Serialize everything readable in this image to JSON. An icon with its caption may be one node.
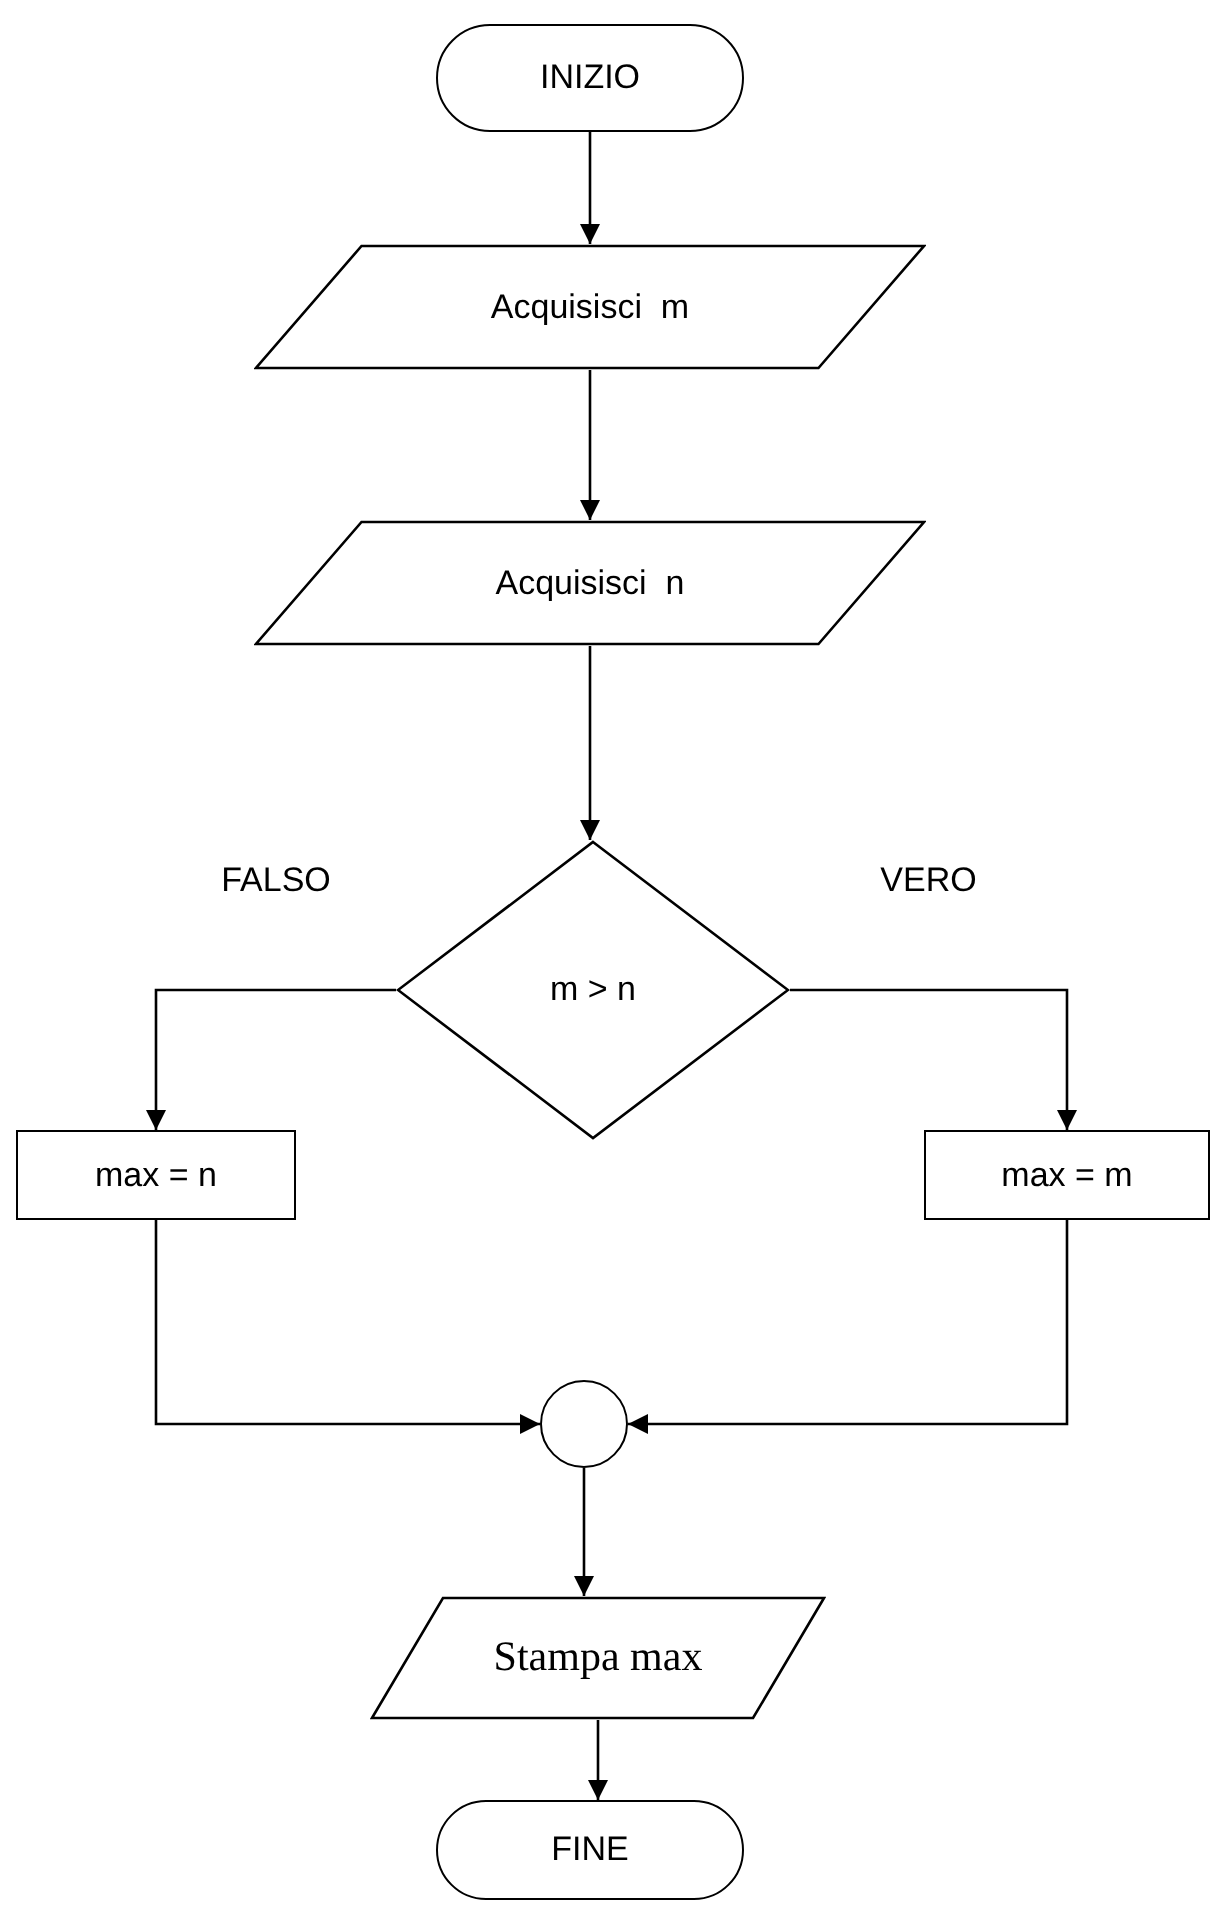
{
  "diagram": {
    "nodes": [
      {
        "text": [
          "INIZIO"
        ]
      },
      {
        "text": [
          "Acquisisci  m"
        ]
      },
      {
        "text": [
          "Acquisisci  n"
        ]
      },
      {
        "text": [
          "m > n"
        ]
      },
      {
        "text": [
          "max = n"
        ]
      },
      {
        "text": [
          "max = m"
        ]
      },
      {
        "text": [],
        "shape": "circle"
      },
      {
        "text": [
          "Stampa max"
        ]
      },
      {
        "text": [
          "FINE"
        ]
      }
    ],
    "edges": [
      {
        "from": 0,
        "to": 1,
        "arrow": "to"
      },
      {
        "from": 1,
        "to": 2,
        "arrow": "to"
      },
      {
        "from": 2,
        "to": 3,
        "arrow": "to"
      },
      {
        "from": 3,
        "to": 4,
        "arrow": "to",
        "label": "FALSO"
      },
      {
        "from": 3,
        "to": 5,
        "arrow": "to",
        "label": "VERO"
      },
      {
        "from": 4,
        "to": 6,
        "arrow": "to"
      },
      {
        "from": 5,
        "to": 6,
        "arrow": "to"
      },
      {
        "from": 6,
        "to": 7,
        "arrow": "to"
      },
      {
        "from": 7,
        "to": 8,
        "arrow": "to"
      }
    ]
  }
}
